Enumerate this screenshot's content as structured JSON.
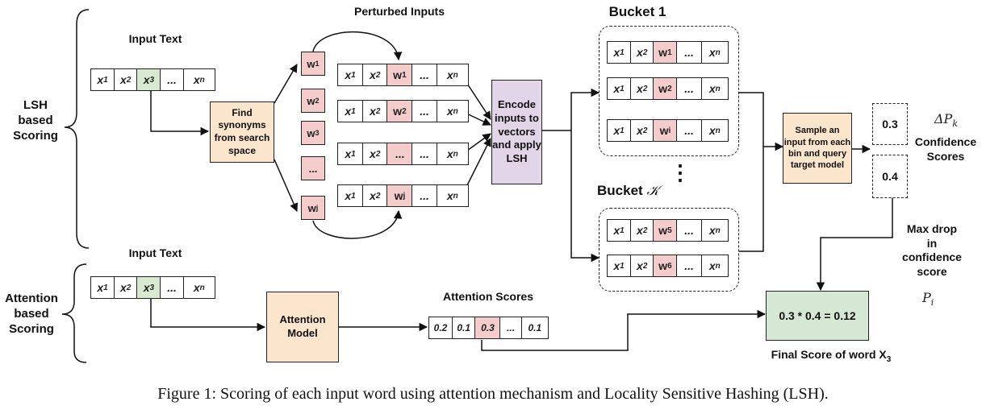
{
  "section_labels": {
    "lsh": [
      "LSH",
      "based",
      "Scoring"
    ],
    "attention": [
      "Attention",
      "based",
      "Scoring"
    ]
  },
  "titles": {
    "input_text_1": "Input Text",
    "input_text_2": "Input Text",
    "perturbed_inputs": "Perturbed Inputs",
    "bucket_1": "Bucket 1",
    "bucket_k": "Bucket",
    "bucket_k_symbol": "𝒦",
    "attention_scores": "Attention Scores",
    "final_score": "Final Score of word X",
    "final_score_sub": "3",
    "confidence_scores": [
      "Confidence",
      "Scores"
    ],
    "max_drop": [
      "Max drop",
      "in",
      "confidence",
      "score"
    ],
    "delta_p": "ΔP",
    "delta_p_sub": "k",
    "p_i": "P",
    "p_i_sub": "i",
    "vertical_dots": "⋮"
  },
  "boxes": {
    "find_synonyms": "Find synonyms from search space",
    "encode": "Encode inputs to vectors and apply LSH",
    "sample": "Sample an input from each bin and query target model",
    "attention_model": "Attention Model",
    "final_formula": "0.3 * 0.4 = 0.12",
    "conf_1": "0.3",
    "conf_2": "0.4"
  },
  "input_tokens": [
    {
      "base": "x",
      "sub": "1"
    },
    {
      "base": "x",
      "sub": "2"
    },
    {
      "base": "x",
      "sub": "3"
    },
    {
      "base": "...",
      "sub": ""
    },
    {
      "base": "x",
      "sub": "n"
    }
  ],
  "synonyms": [
    {
      "base": "w",
      "sub": "1"
    },
    {
      "base": "w",
      "sub": "2"
    },
    {
      "base": "w",
      "sub": "3"
    },
    {
      "base": "...",
      "sub": ""
    },
    {
      "base": "w",
      "sub": "j"
    }
  ],
  "perturbed_rows": [
    {
      "sub_word": "w",
      "sub_idx": "1"
    },
    {
      "sub_word": "w",
      "sub_idx": "2"
    },
    {
      "sub_word": "...",
      "sub_idx": ""
    },
    {
      "sub_word": "w",
      "sub_idx": "j"
    }
  ],
  "bucket1_rows": [
    {
      "sub_word": "w",
      "sub_idx": "1"
    },
    {
      "sub_word": "w",
      "sub_idx": "2"
    },
    {
      "sub_word": "w",
      "sub_idx": "i"
    }
  ],
  "bucketk_rows": [
    {
      "sub_word": "w",
      "sub_idx": "5"
    },
    {
      "sub_word": "w",
      "sub_idx": "6"
    }
  ],
  "attention_scores": [
    "0.2",
    "0.1",
    "0.3",
    "...",
    "0.1"
  ],
  "caption": "Figure 1: Scoring of each input word using attention mechanism and Locality Sensitive Hashing (LSH)."
}
